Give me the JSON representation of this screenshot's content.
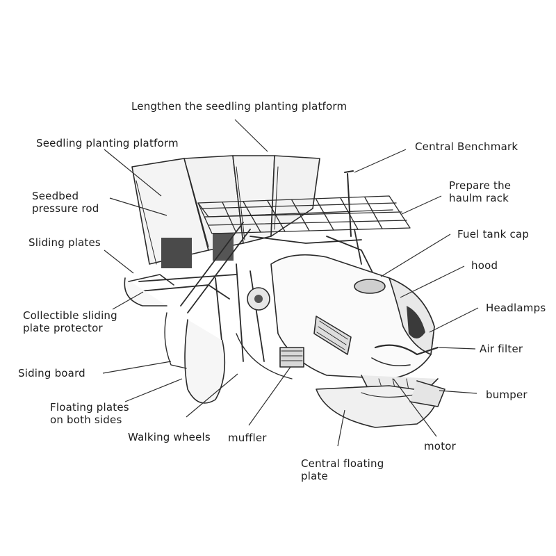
{
  "labels": {
    "lengthen_platform": "Lengthen the seedling planting platform",
    "seedling_platform": "Seedling planting platform",
    "seedbed_rod_1": "Seedbed",
    "seedbed_rod_2": "pressure rod",
    "sliding_plates": "Sliding plates",
    "collectible_1": "Collectible sliding",
    "collectible_2": "plate protector",
    "siding_board": "Siding board",
    "floating_sides_1": "Floating plates",
    "floating_sides_2": "on both sides",
    "walking_wheels": "Walking wheels",
    "muffler": "muffler",
    "central_floating_1": "Central floating",
    "central_floating_2": "plate",
    "motor": "motor",
    "bumper": "bumper",
    "air_filter": "Air filter",
    "headlamps": "Headlamps",
    "hood": "hood",
    "fuel_tank_cap": "Fuel tank cap",
    "haulm_rack_1": "Prepare the",
    "haulm_rack_2": "haulm rack",
    "central_benchmark": "Central Benchmark"
  }
}
